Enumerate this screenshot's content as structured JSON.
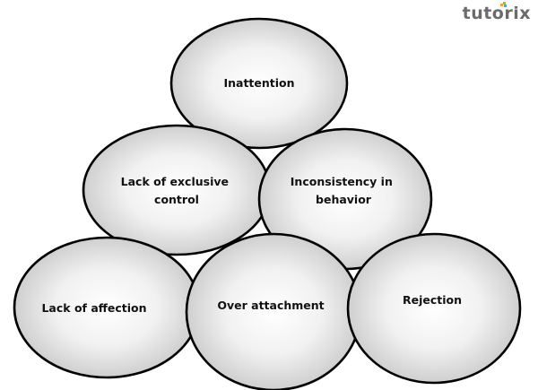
{
  "logo": {
    "text": "tutorix",
    "dot_colors": [
      "#f2a33a",
      "#8cc63f",
      "#3fa9f5"
    ]
  },
  "diagram": {
    "fill_center": "#ffffff",
    "fill_edge": "#cfcfcf",
    "stroke": "#000000",
    "nodes": [
      {
        "id": "inattention",
        "lines": [
          "Inattention"
        ]
      },
      {
        "id": "lack-of-exclusive-control",
        "lines": [
          "Lack of exclusive",
          "control"
        ]
      },
      {
        "id": "inconsistency-in-behavior",
        "lines": [
          "Inconsistency in",
          "behavior"
        ]
      },
      {
        "id": "lack-of-affection",
        "lines": [
          "Lack of affection"
        ]
      },
      {
        "id": "over-attachment",
        "lines": [
          "Over attachment"
        ]
      },
      {
        "id": "rejection",
        "lines": [
          "Rejection"
        ]
      }
    ]
  }
}
